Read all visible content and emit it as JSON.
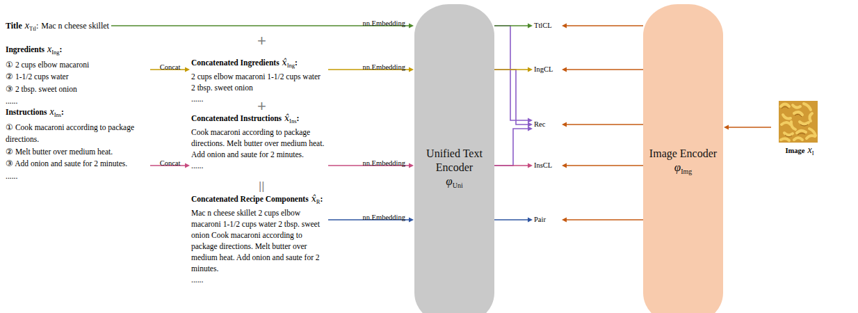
{
  "diagram": {
    "nodes": [
      {
        "text": [
          "Title",
          "x",
          "Ttl",
          ":",
          "Mac n cheese skillet"
        ]
      },
      {
        "text": [
          "Ingredients",
          "x",
          "Ing",
          ":",
          "① 2 cups elbow macaroni",
          "② 1-1/2 cups water",
          "③ 2 tbsp. sweet onion",
          "......"
        ]
      },
      {
        "text": [
          "Instructions",
          "x",
          "Ins",
          ":",
          "① Cook macaroni according to package directions.",
          "② Melt butter over medium heat.",
          "③ Add onion and saute for 2 minutes.",
          "......"
        ]
      },
      {
        "text": [
          "Concatenated Ingredients",
          "x̂",
          "Ing",
          ":",
          "2 cups elbow macaroni 1-1/2 cups water 2 tbsp. sweet onion",
          "......"
        ]
      },
      {
        "text": [
          "Concatenated Instructions",
          "x̂",
          "Ins",
          ":",
          "Cook macaroni according to package directions. Melt butter over medium heat. Add onion and saute for 2 minutes.",
          "......"
        ]
      },
      {
        "text": [
          "Concatenated Recipe Components",
          "x̂",
          "R",
          ":",
          "Mac n cheese skillet 2 cups elbow macaroni 1-1/2 cups water 2 tbsp. sweet onion Cook macaroni according to package directions. Melt butter over medium heat. Add onion and saute for 2 minutes.",
          "......"
        ]
      },
      {
        "text": [
          "Unified Text Encoder",
          "φ",
          "Uni"
        ]
      },
      {
        "text": [
          "TtlCL"
        ]
      },
      {
        "text": [
          "IngCL"
        ]
      },
      {
        "text": [
          "Rec"
        ]
      },
      {
        "text": [
          "InsCL"
        ]
      },
      {
        "text": [
          "Pair"
        ]
      },
      {
        "text": [
          "Image Encoder",
          "φ",
          "Img"
        ]
      },
      {
        "text": [
          "Image",
          "x",
          "I"
        ]
      }
    ],
    "edges": [
      {
        "from": 0,
        "to": 6,
        "arrow": "to",
        "label": "nn.Embedding"
      },
      {
        "from": 1,
        "to": 3,
        "arrow": "to",
        "label": "Concat"
      },
      {
        "from": 3,
        "to": 6,
        "arrow": "to",
        "label": "nn.Embedding"
      },
      {
        "from": 2,
        "to": 4,
        "arrow": "to",
        "label": "Concat"
      },
      {
        "from": 4,
        "to": 6,
        "arrow": "to",
        "label": "nn.Embedding"
      },
      {
        "from": 5,
        "to": 6,
        "arrow": "to",
        "label": "nn.Embedding"
      },
      {
        "from": 6,
        "to": 9,
        "arrow": "to"
      },
      {
        "from": 6,
        "to": 7,
        "arrow": "to"
      },
      {
        "from": 6,
        "to": 8,
        "arrow": "to"
      },
      {
        "from": 6,
        "to": 10,
        "arrow": "to"
      },
      {
        "from": 6,
        "to": 11,
        "arrow": "to"
      },
      {
        "from": 12,
        "to": 7,
        "arrow": "to"
      },
      {
        "from": 12,
        "to": 8,
        "arrow": "to"
      },
      {
        "from": 12,
        "to": 9,
        "arrow": "to"
      },
      {
        "from": 12,
        "to": 10,
        "arrow": "to"
      },
      {
        "from": 12,
        "to": 11,
        "arrow": "to"
      },
      {
        "from": 13,
        "to": 12,
        "arrow": "to"
      }
    ],
    "labels": [
      "+",
      "+",
      "||"
    ]
  }
}
